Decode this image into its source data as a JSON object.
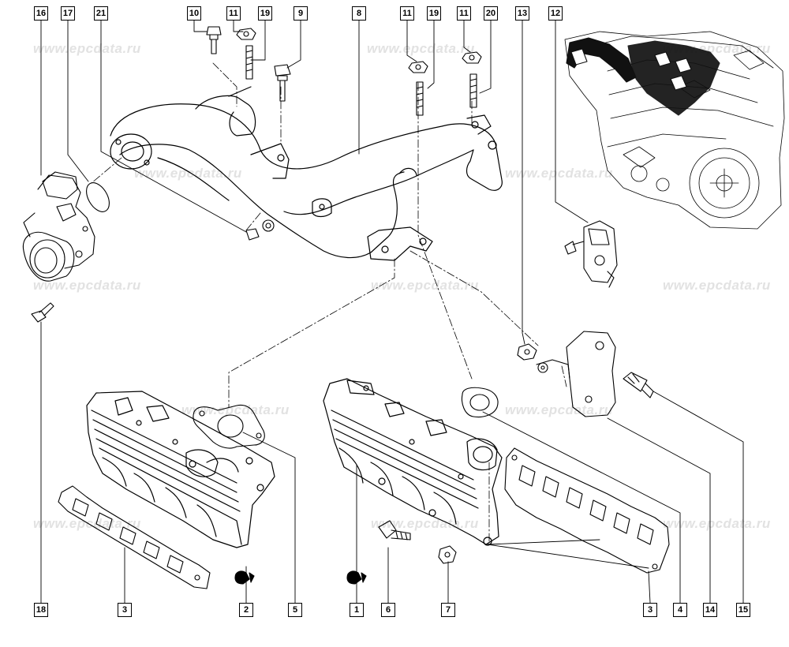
{
  "watermark": "www.epcdata.ru",
  "callouts": {
    "top": [
      "16",
      "17",
      "21",
      "10",
      "11",
      "19",
      "9",
      "8",
      "11",
      "19",
      "11",
      "20",
      "13",
      "12"
    ],
    "bottom": [
      "18",
      "3",
      "2",
      "5",
      "1",
      "6",
      "7",
      "3",
      "4",
      "14",
      "15"
    ]
  },
  "colors": {
    "line": "#000000",
    "watermark": "#e2e2e2",
    "background": "#ffffff"
  }
}
